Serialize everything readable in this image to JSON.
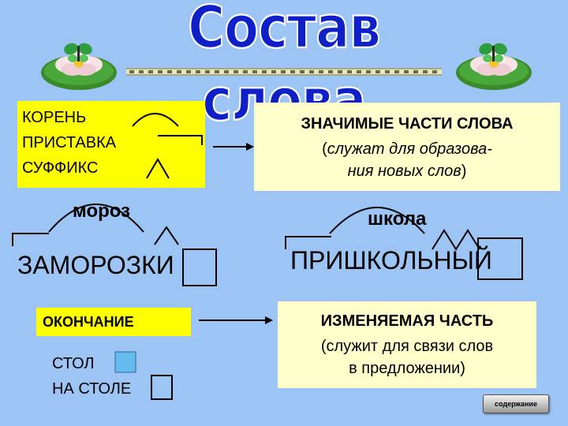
{
  "title": "Состав слова",
  "parts_box": {
    "root": "КОРЕНЬ",
    "prefix": "ПРИСТАВКА",
    "suffix": "СУФФИКС"
  },
  "significant_box": {
    "heading": "ЗНАЧИМЫЕ ЧАСТИ СЛОВА",
    "paren_open": "(",
    "line1_italic": "служат для образова-",
    "line2_italic": "ния новых слов",
    "paren_close": ")"
  },
  "example_left": {
    "root_word": "мороз",
    "word": "ЗАМОРОЗКИ"
  },
  "example_right": {
    "root_word": "школа",
    "word": "ПРИШКОЛЬНЫЙ"
  },
  "ending_box": {
    "label": "ОКОНЧАНИЕ"
  },
  "changeable_box": {
    "heading": "ИЗМЕНЯЕМАЯ ЧАСТЬ",
    "line1": "(служит для связи слов",
    "line2": "в предложении)"
  },
  "ending_examples": {
    "word1": "СТОЛ",
    "word2": "НА СТОЛЕ"
  },
  "nav": {
    "contents_label": "содержание"
  },
  "colors": {
    "background": "#9cc4f4",
    "title": "#1020c8",
    "yellow_box": "#ffff00",
    "pale_box": "#ffffcc",
    "ending_square": "#66bbee"
  },
  "icons": [
    "butterfly-icon",
    "water-lily-icon",
    "decorative-divider"
  ]
}
